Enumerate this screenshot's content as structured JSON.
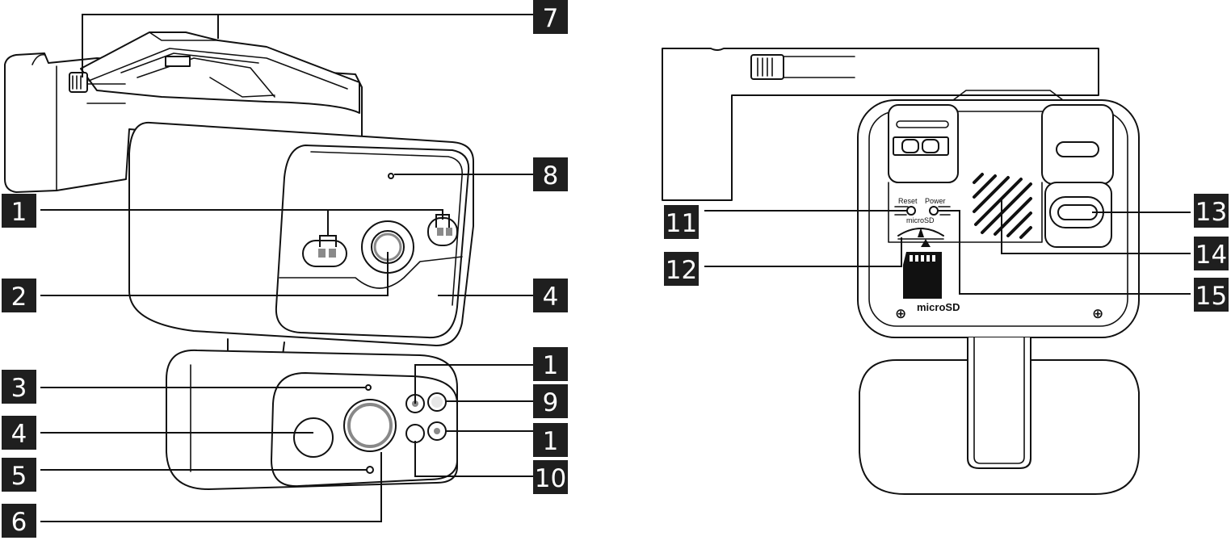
{
  "callouts": {
    "c1_top": "1",
    "c2": "2",
    "c3": "3",
    "c4_top": "4",
    "c4_bottom": "4",
    "c5": "5",
    "c6": "6",
    "c7": "7",
    "c8": "8",
    "c1_right_a": "1",
    "c9": "9",
    "c1_right_b": "1",
    "c10": "10",
    "c11": "11",
    "c12": "12",
    "c13": "13",
    "c14": "14",
    "c15": "15"
  },
  "device_labels": {
    "reset": "Reset",
    "power": "Power",
    "microsd_small": "microSD",
    "microsd": "microSD",
    "screw_symbol": "⊕"
  },
  "colors": {
    "ink": "#111111",
    "badge": "#1f1f1f",
    "badge_text": "#ffffff",
    "led_grey": "#8a8a8a"
  }
}
